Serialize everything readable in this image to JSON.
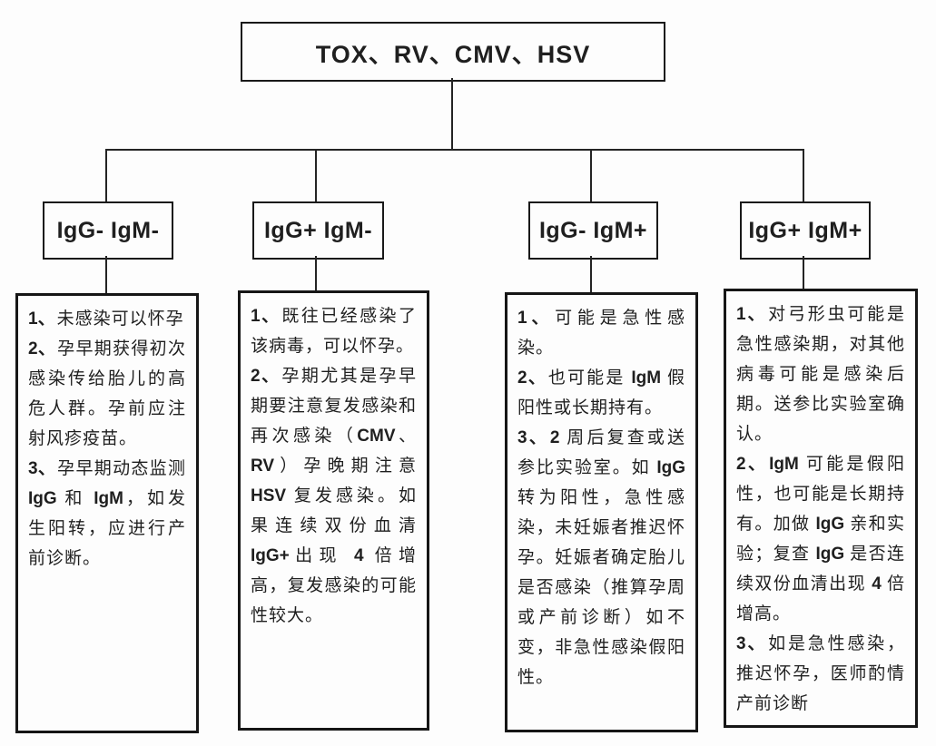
{
  "diagram": {
    "root_label": "TOX、RV、CMV、HSV",
    "branches": [
      {
        "label": "IgG- IgM-",
        "items": [
          {
            "num": "1、",
            "text": "未感染可以怀孕"
          },
          {
            "num": "2、",
            "text": "孕早期获得初次感染传给胎儿的高危人群。孕前应注射风疹疫苗。"
          },
          {
            "num": "3、",
            "text": "孕早期动态监测IgG 和 IgM，如发生阳转，应进行产前诊断。"
          }
        ]
      },
      {
        "label": "IgG+ IgM-",
        "items": [
          {
            "num": "1、",
            "text": "既往已经感染了该病毒，可以怀孕。"
          },
          {
            "num": "2、",
            "text": "孕期尤其是孕早期要注意复发感染和再次感染（CMV、RV）孕晚期注意 HSV 复发感染。如果连续双份血清IgG+出现 4 倍增高，复发感染的可能性较大。"
          }
        ]
      },
      {
        "label": "IgG- IgM+",
        "items": [
          {
            "num": "1、",
            "text": "可能是急性感染。"
          },
          {
            "num": "2、",
            "text": "也可能是 IgM 假阳性或长期持有。"
          },
          {
            "num": "3、",
            "text": "2 周后复查或送参比实验室。如 IgG转为阳性，急性感染，未妊娠者推迟怀孕。妊娠者确定胎儿是否感染（推算孕周或产前诊断）如不变，非急性感染假阳性。"
          }
        ]
      },
      {
        "label": "IgG+ IgM+",
        "items": [
          {
            "num": "1、",
            "text": "对弓形虫可能是急性感染期，对其他病毒可能是感染后期。送参比实验室确认。"
          },
          {
            "num": "2、",
            "text": "IgM 可能是假阳性，也可能是长期持有。加做 IgG 亲和实验；复查 IgG 是否连续双份血清出现 4 倍增高。"
          },
          {
            "num": "3、",
            "text": "如是急性感染，推迟怀孕，医师酌情产前诊断"
          }
        ]
      }
    ]
  },
  "colors": {
    "line": "#242424",
    "border": "#191919",
    "background": "#fdfdfd",
    "text": "#1f1f1f"
  }
}
